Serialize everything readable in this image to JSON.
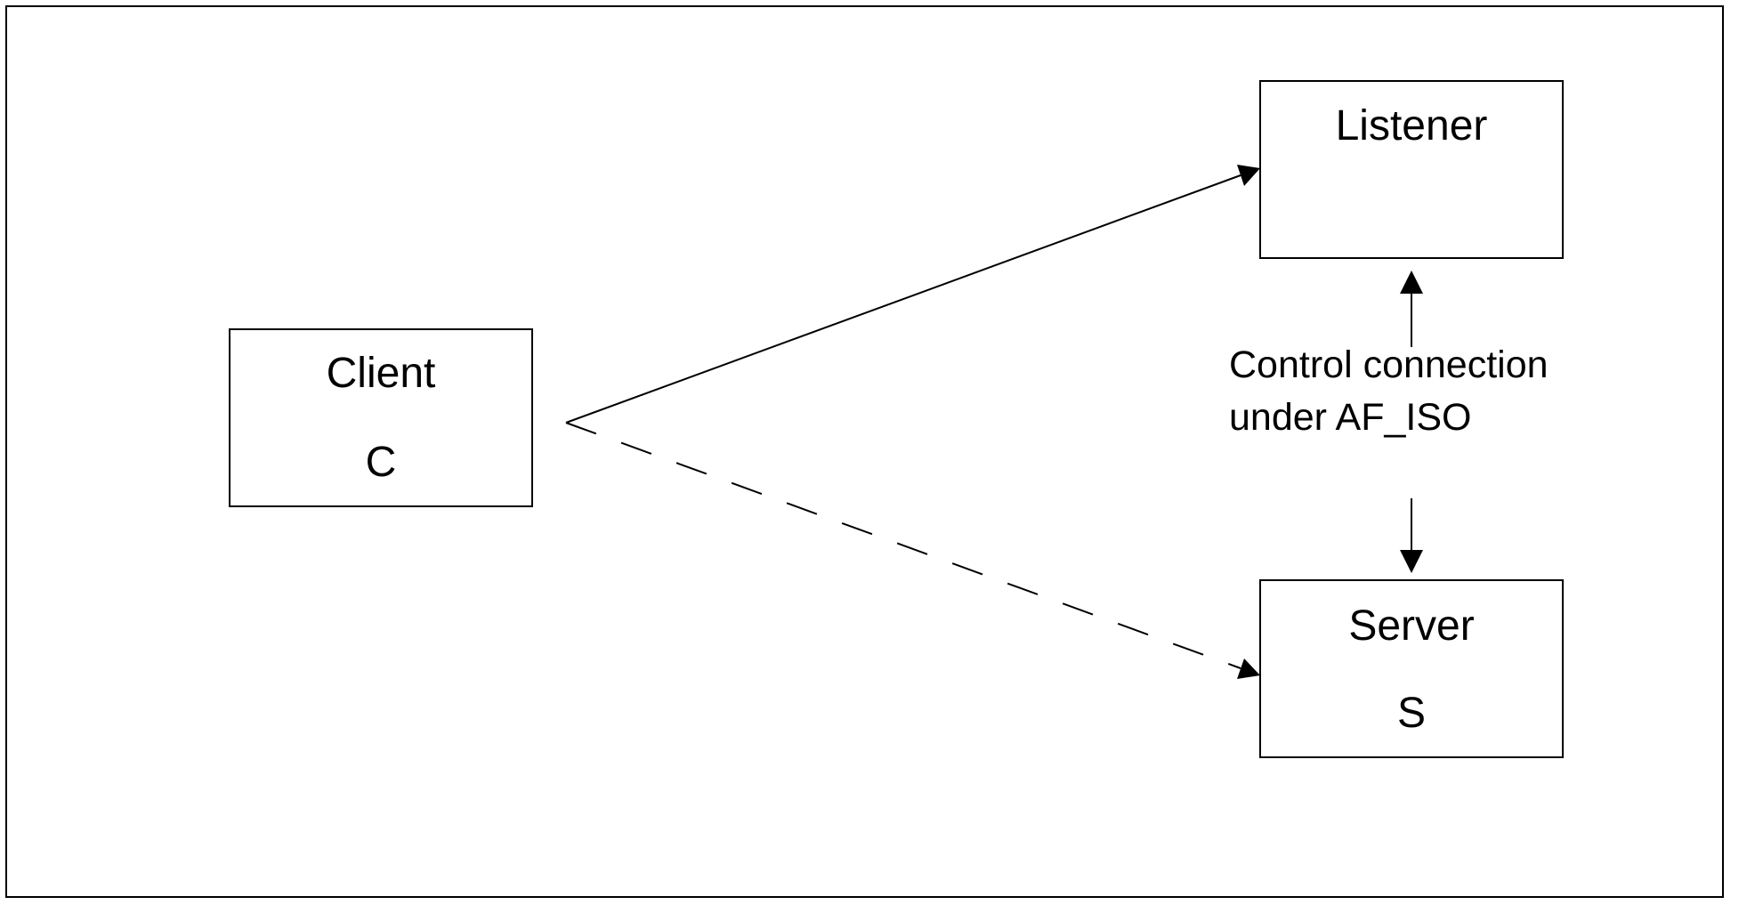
{
  "nodes": {
    "client": {
      "title": "Client",
      "sub": "C"
    },
    "listener": {
      "title": "Listener"
    },
    "server": {
      "title": "Server",
      "sub": "S"
    }
  },
  "edges": {
    "control": {
      "caption_line1": "Control connection",
      "caption_line2": "under AF_ISO"
    }
  }
}
